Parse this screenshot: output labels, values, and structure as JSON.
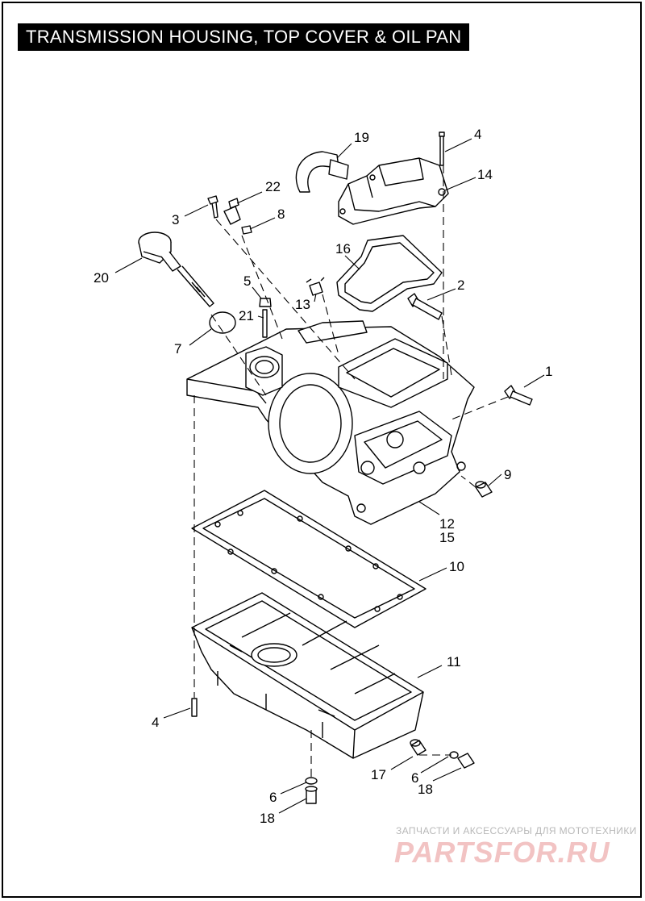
{
  "title": "TRANSMISSION HOUSING, TOP COVER & OIL PAN",
  "callouts": [
    {
      "id": "c19",
      "label": "19"
    },
    {
      "id": "c4a",
      "label": "4"
    },
    {
      "id": "c14",
      "label": "14"
    },
    {
      "id": "c22",
      "label": "22"
    },
    {
      "id": "c3",
      "label": "3"
    },
    {
      "id": "c8",
      "label": "8"
    },
    {
      "id": "c16",
      "label": "16"
    },
    {
      "id": "c20",
      "label": "20"
    },
    {
      "id": "c5",
      "label": "5"
    },
    {
      "id": "c2",
      "label": "2"
    },
    {
      "id": "c13",
      "label": "13"
    },
    {
      "id": "c21",
      "label": "21"
    },
    {
      "id": "c7",
      "label": "7"
    },
    {
      "id": "c1",
      "label": "1"
    },
    {
      "id": "c9",
      "label": "9"
    },
    {
      "id": "c12",
      "label": "12"
    },
    {
      "id": "c15",
      "label": "15"
    },
    {
      "id": "c10",
      "label": "10"
    },
    {
      "id": "c11",
      "label": "11"
    },
    {
      "id": "c4b",
      "label": "4"
    },
    {
      "id": "c17",
      "label": "17"
    },
    {
      "id": "c6a",
      "label": "6"
    },
    {
      "id": "c18a",
      "label": "18"
    },
    {
      "id": "c6b",
      "label": "6"
    },
    {
      "id": "c18b",
      "label": "18"
    }
  ],
  "watermark": {
    "tagline": "ЗАПЧАСТИ И АКСЕССУАРЫ ДЛЯ МОТОТЕХНИКИ",
    "logo": "PARTSFOR.RU"
  }
}
